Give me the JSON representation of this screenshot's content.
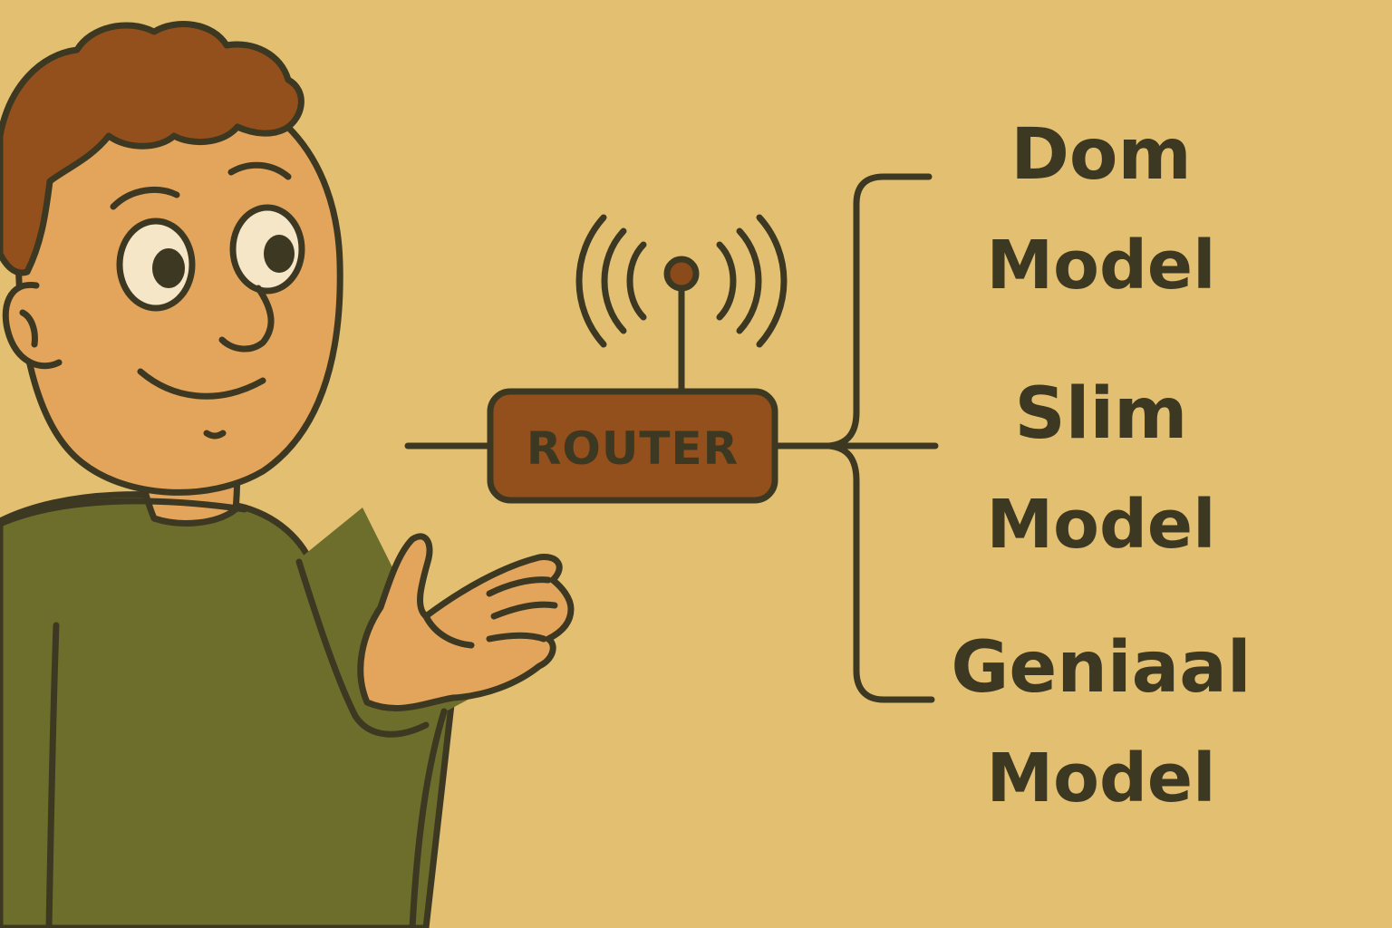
{
  "router": {
    "label": "ROUTER"
  },
  "models": [
    {
      "word": "Dom",
      "suffix": "Model"
    },
    {
      "word": "Slim",
      "suffix": "Model"
    },
    {
      "word": "Geniaal",
      "suffix": "Model"
    }
  ],
  "colors": {
    "background": "#e3bf72",
    "outline": "#3d3822",
    "router_body": "#93501c",
    "router_dot": "#8a4a1a",
    "hair": "#93501c",
    "skin": "#e3a45c",
    "shirt": "#6e6e2c",
    "eye_white": "#f4e6c6"
  }
}
